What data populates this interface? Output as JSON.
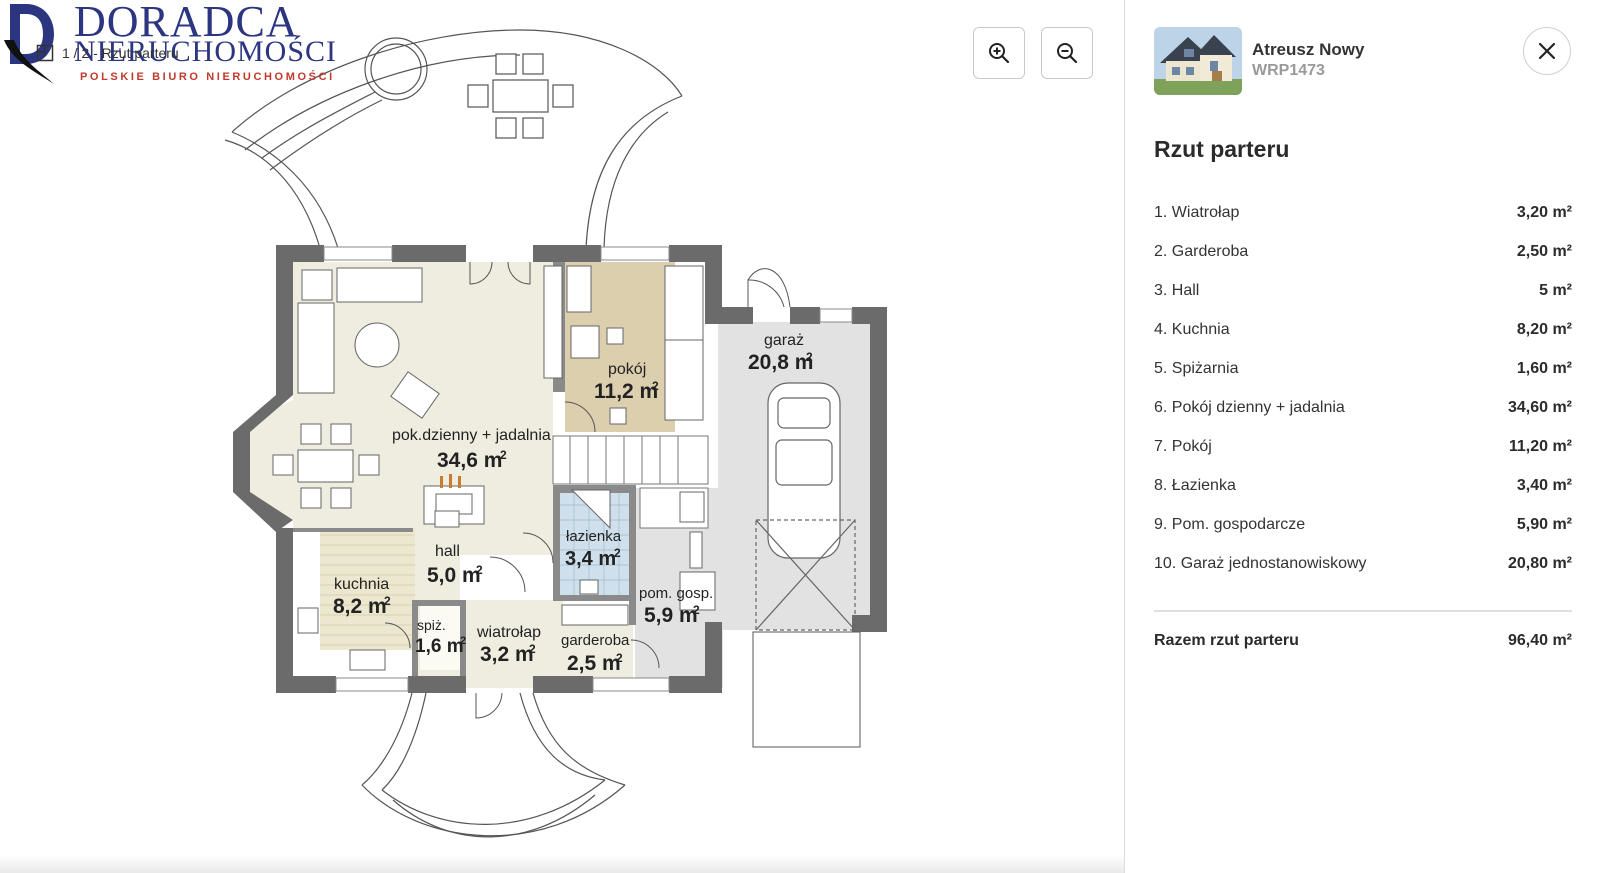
{
  "brand": {
    "name_line1": "DORADCA",
    "name_line2": "NIERUCHOMOŚCI",
    "tagline": "POLSKIE BIURO NIERUCHOMOŚCI"
  },
  "viewer": {
    "breadcrumb": "1 / 2 - Rzut parteru",
    "zoom_in_icon": "zoom-in-icon",
    "zoom_out_icon": "zoom-out-icon"
  },
  "plan_labels": {
    "living_name": "pok.dzienny + jadalnia",
    "living_area": "34,6 m",
    "pokoj_name": "pokój",
    "pokoj_area": "11,2 m",
    "garaz_name": "garaż",
    "garaz_area": "20,8 m",
    "lazienka_name": "łazienka",
    "lazienka_area": "3,4 m",
    "hall_name": "hall",
    "hall_area": "5,0 m",
    "kuchnia_name": "kuchnia",
    "kuchnia_area": "8,2 m",
    "spiz_name": "spiż.",
    "spiz_area": "1,6 m",
    "wiatrolap_name": "wiatrołap",
    "wiatrolap_area": "3,2 m",
    "garderoba_name": "garderoba",
    "garderoba_area": "2,5 m",
    "gosp_name": "pom. gosp.",
    "gosp_area": "5,9 m",
    "sup": "2"
  },
  "panel": {
    "project_name": "Atreusz Nowy",
    "project_code": "WRP1473",
    "title": "Rzut parteru",
    "rooms": [
      {
        "name": "1. Wiatrołap",
        "area": "3,20 m²"
      },
      {
        "name": "2. Garderoba",
        "area": "2,50 m²"
      },
      {
        "name": "3. Hall",
        "area": "5 m²"
      },
      {
        "name": "4. Kuchnia",
        "area": "8,20 m²"
      },
      {
        "name": "5. Spiżarnia",
        "area": "1,60 m²"
      },
      {
        "name": "6. Pokój dzienny + jadalnia",
        "area": "34,60 m²"
      },
      {
        "name": "7. Pokój",
        "area": "11,20 m²"
      },
      {
        "name": "8. Łazienka",
        "area": "3,40 m²"
      },
      {
        "name": "9. Pom. gospodarcze",
        "area": "5,90 m²"
      },
      {
        "name": "10. Garaż jednostanowiskowy",
        "area": "20,80 m²"
      }
    ],
    "total_label": "Razem rzut parteru",
    "total_area": "96,40 m²",
    "close_icon": "close-icon"
  },
  "colors": {
    "brand_blue": "#2c3580",
    "brand_red": "#c0392b",
    "wall": "#6b6b6b",
    "living_floor": "#efeddf",
    "room_floor": "#dccfae",
    "garage_floor": "#e2e2e2",
    "bath_floor": "#cfe0ec"
  }
}
